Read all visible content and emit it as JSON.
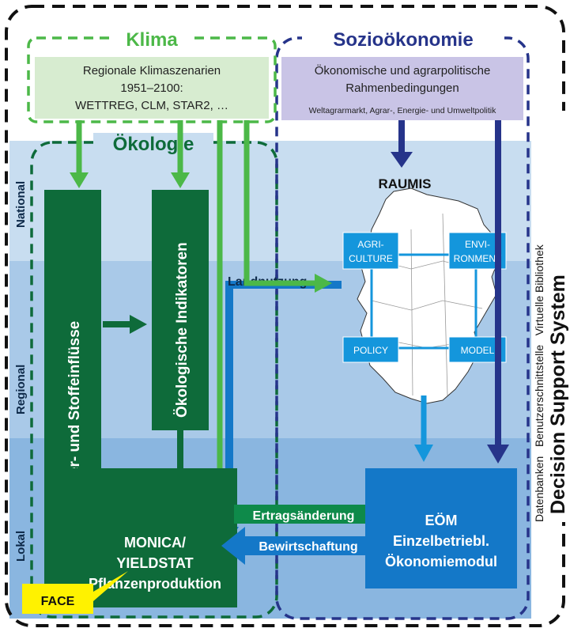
{
  "colors": {
    "band_national": "#c8ddf0",
    "band_regional": "#a9c9e8",
    "band_local": "#8ab6e0",
    "klima_green": "#4cb848",
    "klima_box": "#d7ecd0",
    "dark_green": "#0e6b3a",
    "navy": "#26348a",
    "sozio_box": "#c9c4e6",
    "cyan": "#1496dc",
    "eom_blue": "#1478c8",
    "face_yellow": "#fff200"
  },
  "sections": {
    "klima": "Klima",
    "sozio": "Sozioökonomie",
    "oekologie": "Ökologie"
  },
  "klima_box": {
    "line1": "Regionale Klimaszenarien",
    "line2": "1951–2100:",
    "line3": "WETTREG, CLM, STAR2, …"
  },
  "sozio_box": {
    "line1": "Ökonomische und agrarpolitische",
    "line2": "Rahmenbedingungen",
    "line3": "Weltagrarmarkt, Agrar-, Energie- und Umweltpolitik"
  },
  "levels": {
    "national": "National",
    "regional": "Regional",
    "lokal": "Lokal"
  },
  "side": {
    "dss": "Decision Support System",
    "line1": "Datenbanken   Benutzerschnittstelle   Virtuelle Bibliothek"
  },
  "boxes": {
    "wasser": "Wasser- und Stoffeinflüsse",
    "indikatoren": "Ökologische Indikatoren",
    "monica_1": "MONICA/",
    "monica_2": "YIELDSTAT",
    "monica_3": "Pflanzenproduktion",
    "eom_1": "EÖM",
    "eom_2": "Einzelbetriebl.",
    "eom_3": "Ökonomiemodul",
    "face": "FACE"
  },
  "raumis": {
    "title": "RAUMIS",
    "agri_1": "AGRI-",
    "agri_2": "CULTURE",
    "envi_1": "ENVI-",
    "envi_2": "RONMENT",
    "policy": "POLICY",
    "model": "MODEL"
  },
  "arrows": {
    "landnutzung": "Landnutzung",
    "ertrag": "Ertragsänderung",
    "bewirtschaftung": "Bewirtschaftung"
  }
}
